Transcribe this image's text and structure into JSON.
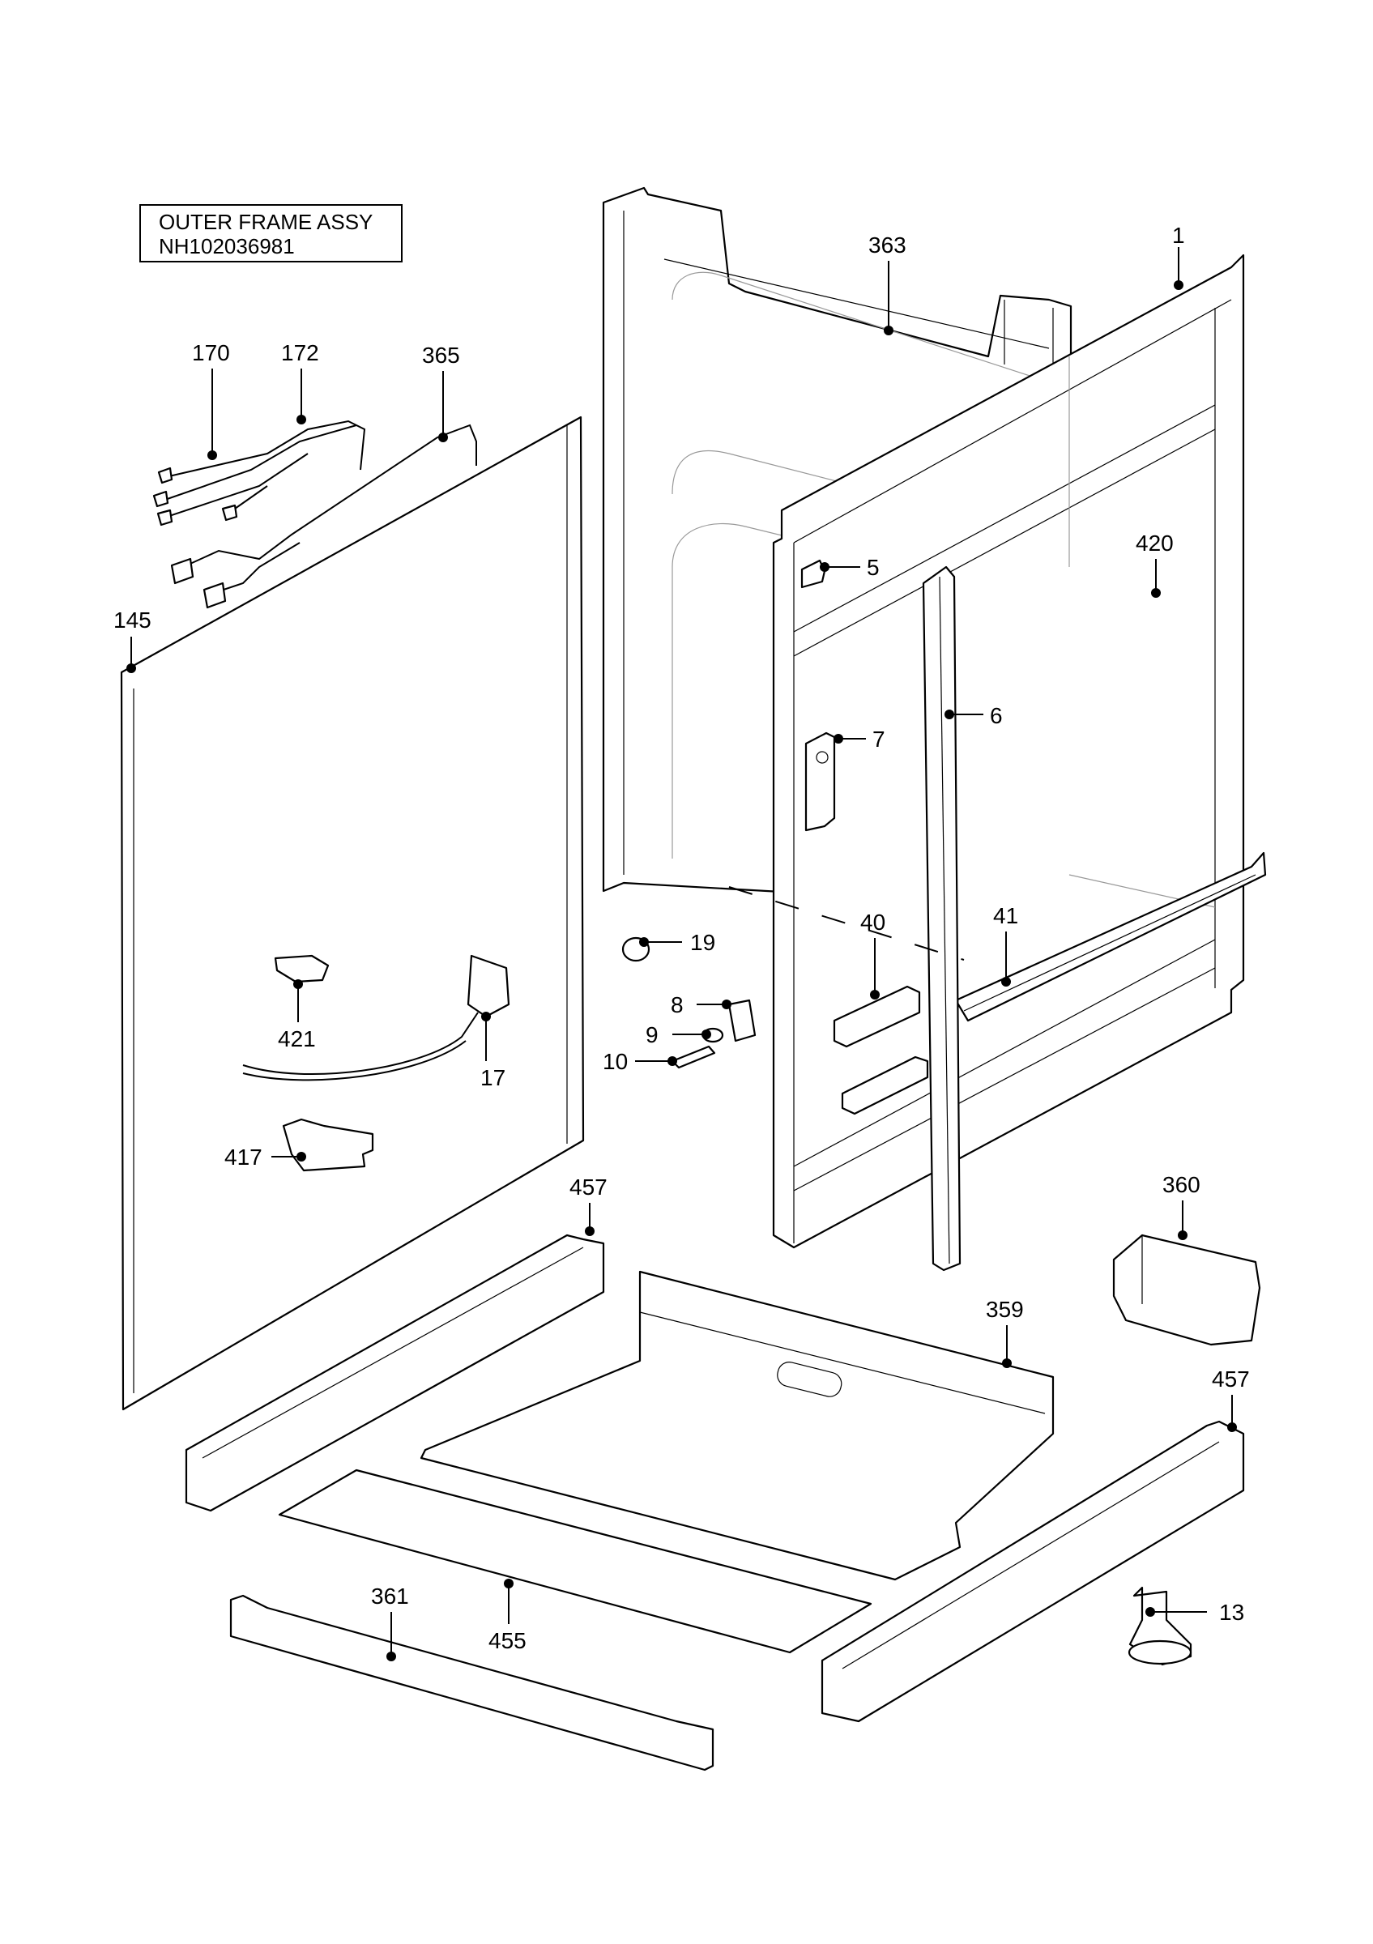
{
  "title": {
    "line1": "OUTER FRAME ASSY",
    "line2": "NH102036981"
  },
  "callouts": [
    {
      "id": "c1",
      "label": "1"
    },
    {
      "id": "c5",
      "label": "5"
    },
    {
      "id": "c6",
      "label": "6"
    },
    {
      "id": "c7",
      "label": "7"
    },
    {
      "id": "c8",
      "label": "8"
    },
    {
      "id": "c9",
      "label": "9"
    },
    {
      "id": "c10",
      "label": "10"
    },
    {
      "id": "c13",
      "label": "13"
    },
    {
      "id": "c17",
      "label": "17"
    },
    {
      "id": "c19",
      "label": "19"
    },
    {
      "id": "c40",
      "label": "40"
    },
    {
      "id": "c41",
      "label": "41"
    },
    {
      "id": "c145",
      "label": "145"
    },
    {
      "id": "c170",
      "label": "170"
    },
    {
      "id": "c172",
      "label": "172"
    },
    {
      "id": "c359",
      "label": "359"
    },
    {
      "id": "c360",
      "label": "360"
    },
    {
      "id": "c361",
      "label": "361"
    },
    {
      "id": "c363",
      "label": "363"
    },
    {
      "id": "c365",
      "label": "365"
    },
    {
      "id": "c417",
      "label": "417"
    },
    {
      "id": "c420",
      "label": "420"
    },
    {
      "id": "c421",
      "label": "421"
    },
    {
      "id": "c455",
      "label": "455"
    },
    {
      "id": "c457a",
      "label": "457"
    },
    {
      "id": "c457b",
      "label": "457"
    }
  ]
}
